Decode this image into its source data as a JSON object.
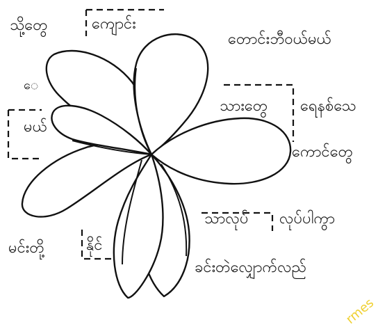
{
  "labels": {
    "top_left": "သို့တွေ",
    "top_box": "ကျောင်း",
    "top_right": "တောင်းဘီဝယ်မယ်",
    "left_small": "ေ",
    "left_box": "မယ်",
    "right_box": "သားတွေ",
    "right_mid": "ရေနစ်သေ",
    "right_lower": "ကောင်တွေ",
    "bottom_right_box": "သာလုပ်",
    "bottom_right": "လုပ်ပါကွာ",
    "bottom_left": "မင်းတို့",
    "bottom_box": "နိုင်",
    "bottom_mid": "ခင်းတဲလျှောက်လည်"
  },
  "watermark": "rmes",
  "colors": {
    "ink": "#111111",
    "background": "#ffffff",
    "watermark": "#f0d030"
  }
}
